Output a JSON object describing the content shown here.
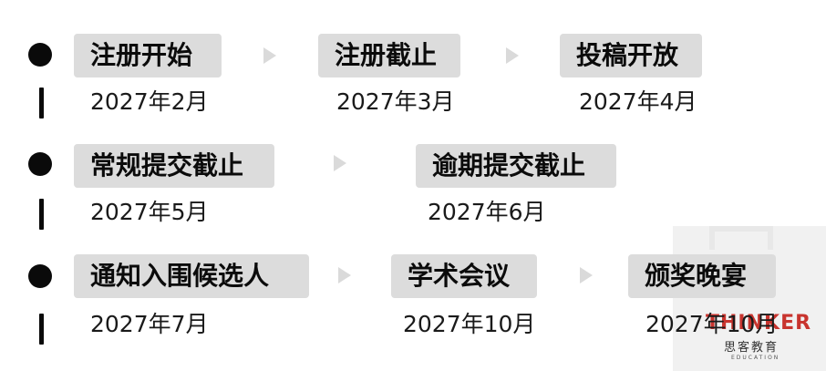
{
  "rows": [
    {
      "steps": [
        {
          "label": "注册开始",
          "date": "2027年2月"
        },
        {
          "label": "注册截止",
          "date": "2027年3月"
        },
        {
          "label": "投稿开放",
          "date": "2027年4月"
        }
      ]
    },
    {
      "steps": [
        {
          "label": "常规提交截止",
          "date": "2027年5月"
        },
        {
          "label": "逾期提交截止",
          "date": "2027年6月"
        }
      ]
    },
    {
      "steps": [
        {
          "label": "通知入围候选人",
          "date": "2027年7月"
        },
        {
          "label": "学术会议",
          "date": "2027年10月"
        },
        {
          "label": "颁奖晚宴",
          "date": "2027年10月"
        }
      ]
    }
  ],
  "watermark": {
    "logo": "THINKER",
    "subtitle": "思客教育",
    "tagline": "EDUCATION"
  },
  "colors": {
    "pill_bg": "#dcdcdc",
    "arrow": "#dadada",
    "marker": "#0a0a0a",
    "logo_accent": "#c8342e"
  }
}
